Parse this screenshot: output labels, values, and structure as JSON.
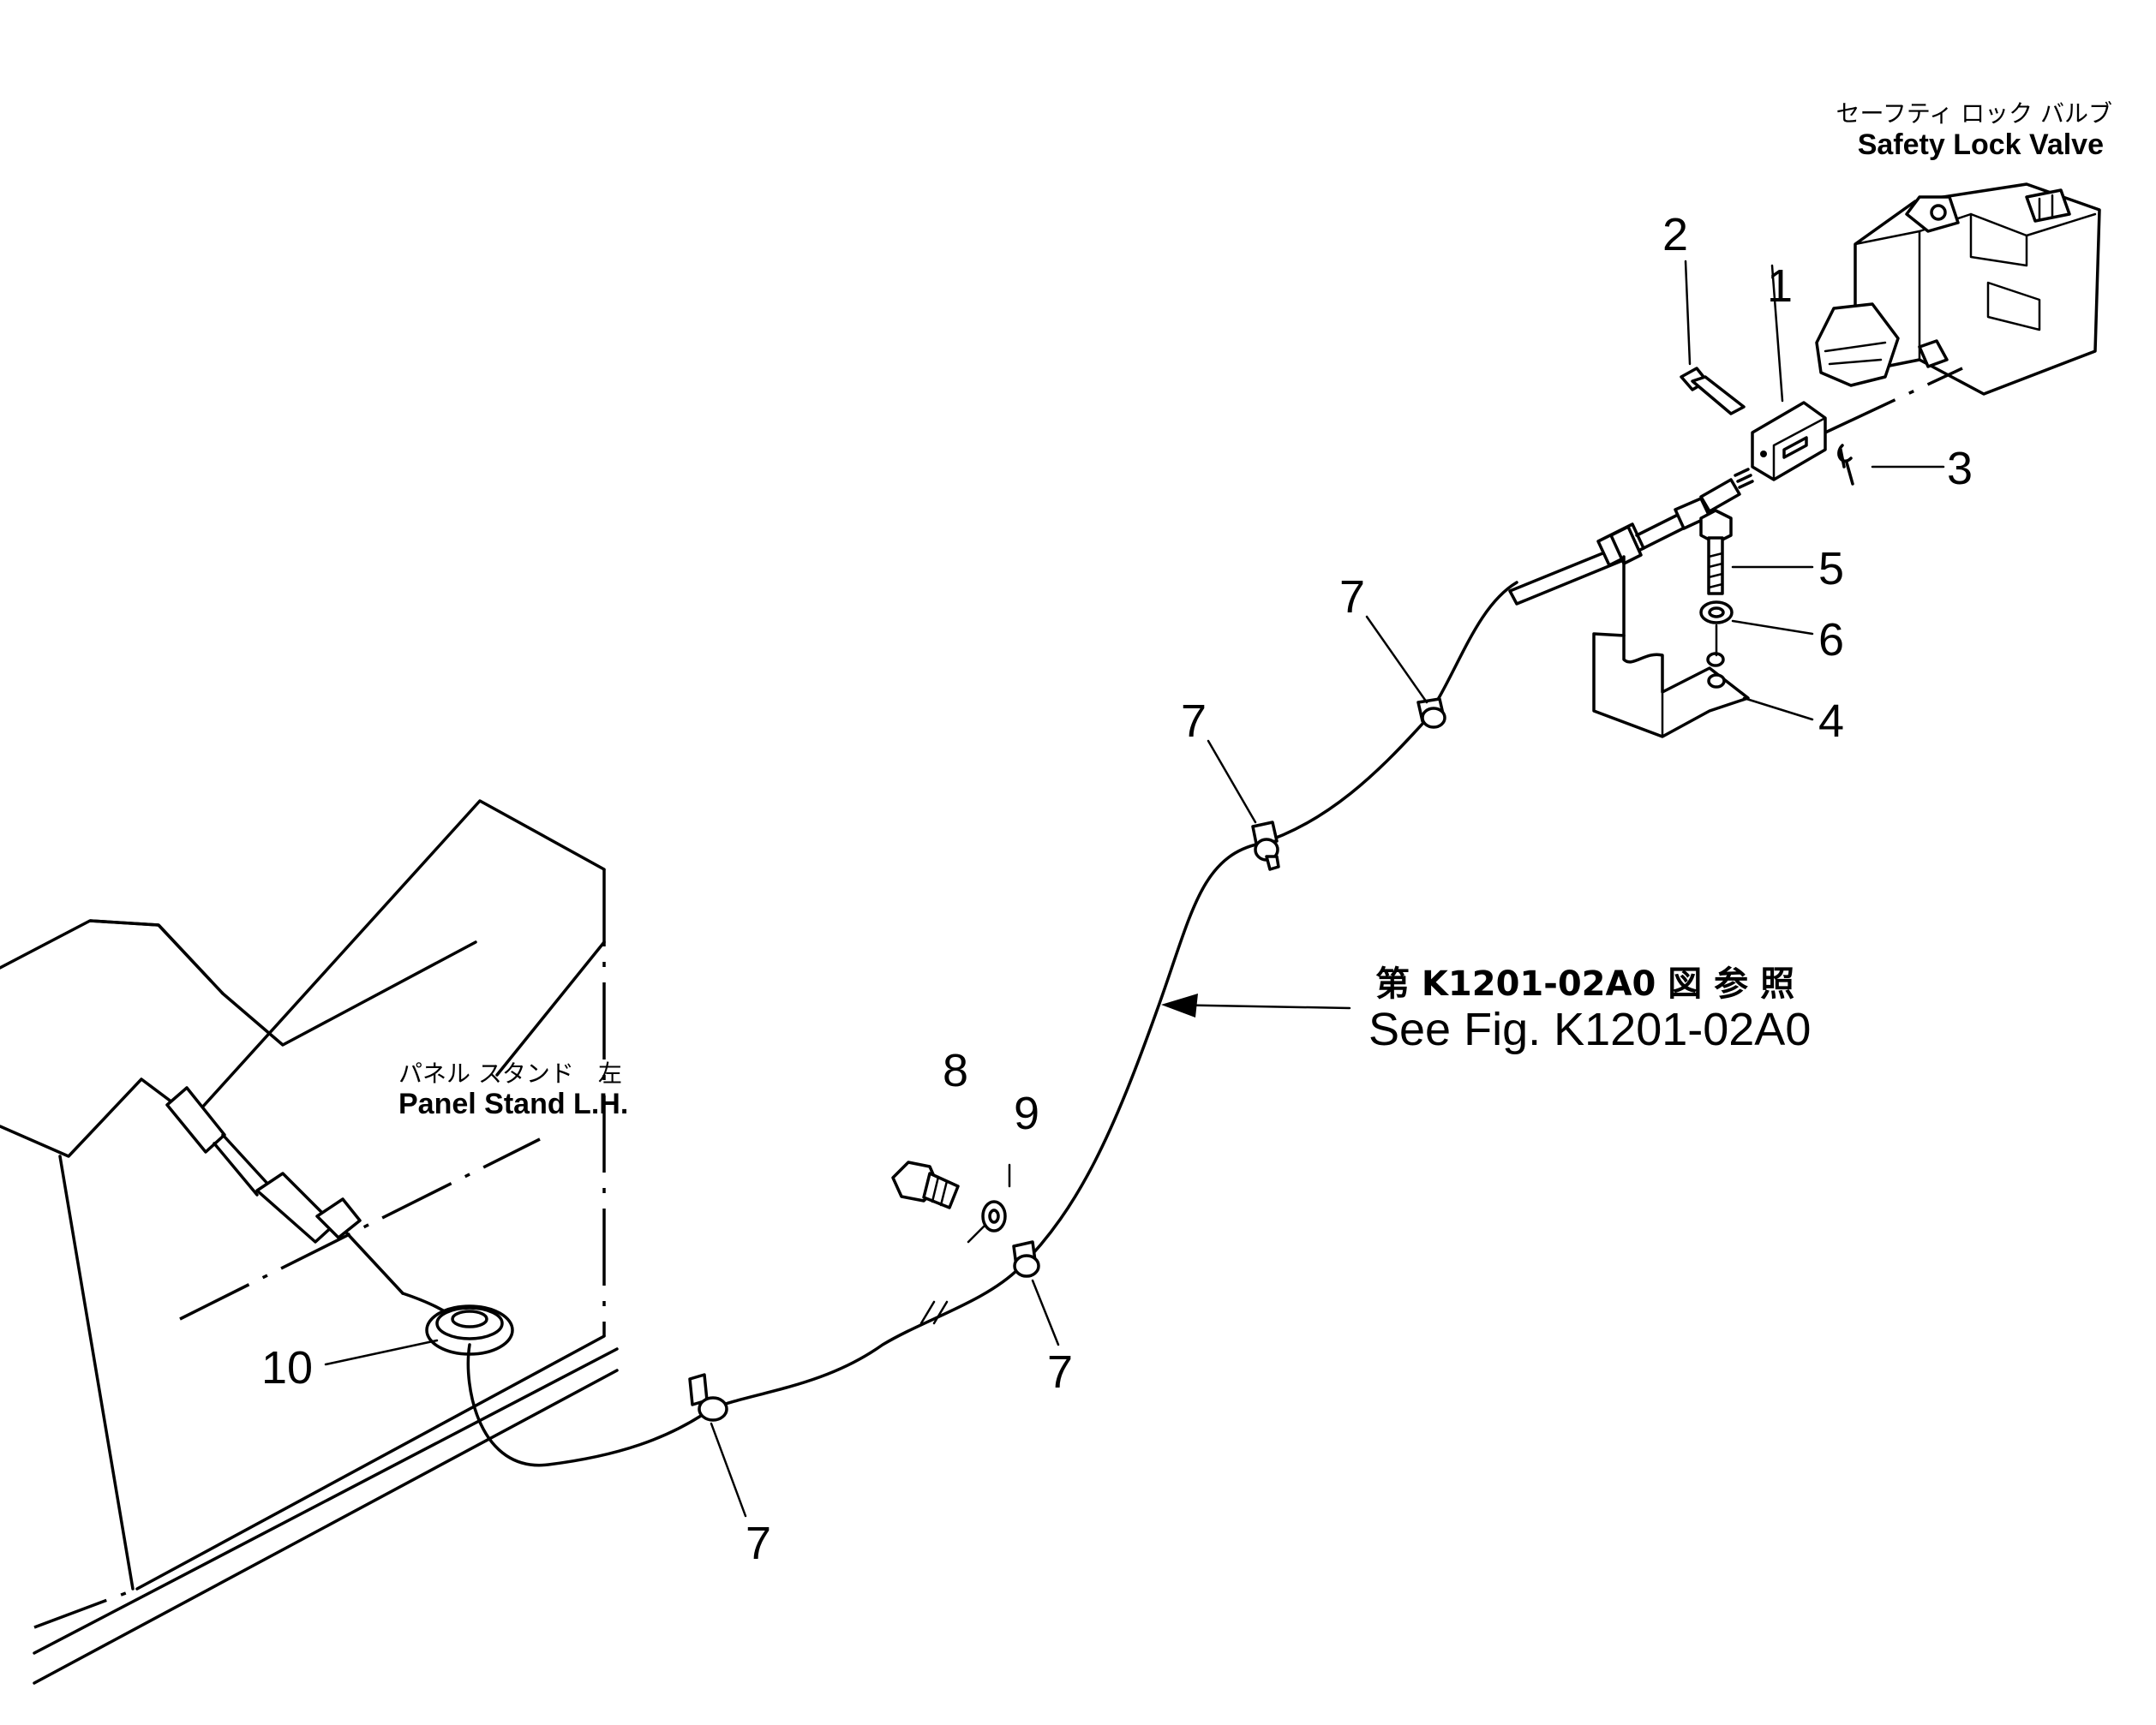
{
  "labels": {
    "safety_lock_valve_jp": "セーフティ ロック バルブ",
    "safety_lock_valve_en": "Safety Lock Valve",
    "panel_stand_jp": "パネル スタンド　左",
    "panel_stand_en": "Panel Stand L.H.",
    "see_fig_jp": "第 K1201-02A0 図 参 照",
    "see_fig_en": "See Fig. K1201-02A0"
  },
  "callouts": {
    "c1": "1",
    "c2": "2",
    "c3": "3",
    "c4": "4",
    "c5": "5",
    "c6": "6",
    "c7a": "7",
    "c7b": "7",
    "c7c": "7",
    "c7d": "7",
    "c8": "8",
    "c9": "9",
    "c10": "10"
  },
  "colors": {
    "ink": "#000000",
    "paper": "#ffffff"
  }
}
